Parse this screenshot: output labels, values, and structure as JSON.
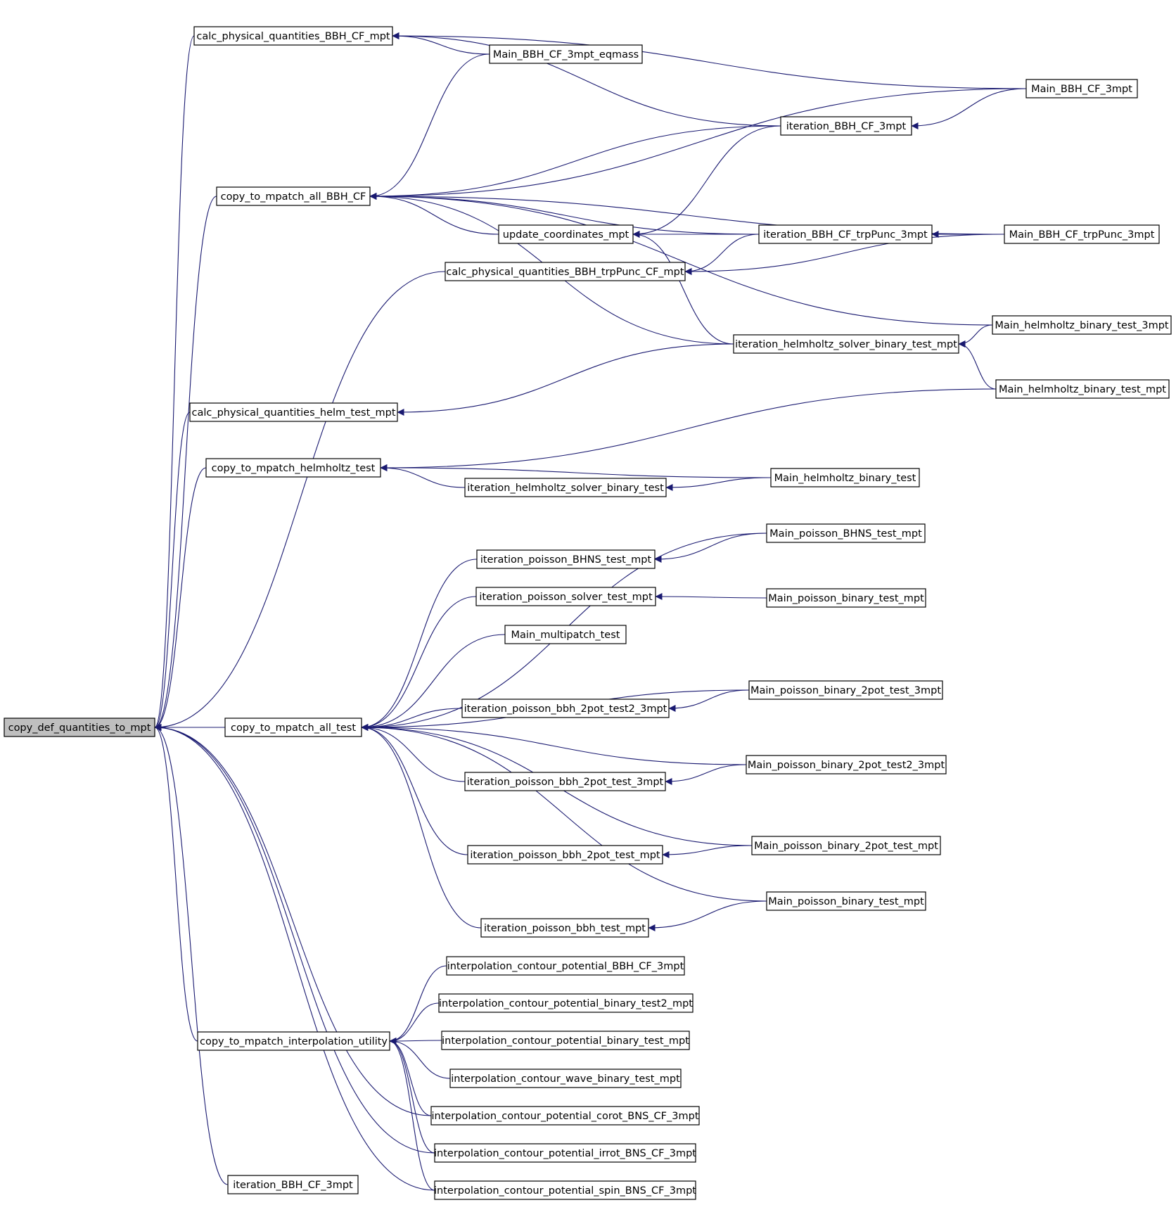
{
  "colors": {
    "edge": "#191970",
    "node_fill": "#ffffff",
    "root_fill": "#bfbfbf",
    "node_border": "#000000"
  },
  "nodes": [
    {
      "id": "root",
      "label": "copy_def_quantities_to_mpt",
      "root": true
    },
    {
      "id": "calc_bbh",
      "label": "calc_physical_quantities_BBH_CF_mpt"
    },
    {
      "id": "copy_bbh",
      "label": "copy_to_mpatch_all_BBH_CF"
    },
    {
      "id": "calc_helm",
      "label": "calc_physical_quantities_helm_test_mpt"
    },
    {
      "id": "copy_helm",
      "label": "copy_to_mpatch_helmholtz_test"
    },
    {
      "id": "copy_all",
      "label": "copy_to_mpatch_all_test"
    },
    {
      "id": "copy_interp",
      "label": "copy_to_mpatch_interpolation_utility"
    },
    {
      "id": "iter_bbh_bottom",
      "label": "iteration_BBH_CF_3mpt"
    },
    {
      "id": "main_bbh_eq",
      "label": "Main_BBH_CF_3mpt_eqmass"
    },
    {
      "id": "update_coords",
      "label": "update_coordinates_mpt"
    },
    {
      "id": "calc_trp",
      "label": "calc_physical_quantities_BBH_trpPunc_CF_mpt"
    },
    {
      "id": "iter_helm_bin",
      "label": "iteration_helmholtz_solver_binary_test"
    },
    {
      "id": "iter_bhns",
      "label": "iteration_poisson_BHNS_test_mpt"
    },
    {
      "id": "iter_solver",
      "label": "iteration_poisson_solver_test_mpt"
    },
    {
      "id": "main_multi",
      "label": "Main_multipatch_test"
    },
    {
      "id": "iter_2pot2",
      "label": "iteration_poisson_bbh_2pot_test2_3mpt"
    },
    {
      "id": "iter_2pot3",
      "label": "iteration_poisson_bbh_2pot_test_3mpt"
    },
    {
      "id": "iter_2pot",
      "label": "iteration_poisson_bbh_2pot_test_mpt"
    },
    {
      "id": "iter_bbh_test",
      "label": "iteration_poisson_bbh_test_mpt"
    },
    {
      "id": "interp_bbh",
      "label": "interpolation_contour_potential_BBH_CF_3mpt"
    },
    {
      "id": "interp_bin2",
      "label": "interpolation_contour_potential_binary_test2_mpt"
    },
    {
      "id": "interp_bin",
      "label": "interpolation_contour_potential_binary_test_mpt"
    },
    {
      "id": "interp_wave",
      "label": "interpolation_contour_wave_binary_test_mpt"
    },
    {
      "id": "interp_corot",
      "label": "interpolation_contour_potential_corot_BNS_CF_3mpt"
    },
    {
      "id": "interp_irrot",
      "label": "interpolation_contour_potential_irrot_BNS_CF_3mpt"
    },
    {
      "id": "interp_spin",
      "label": "interpolation_contour_potential_spin_BNS_CF_3mpt"
    },
    {
      "id": "iter_bbh_top",
      "label": "iteration_BBH_CF_3mpt"
    },
    {
      "id": "iter_trp",
      "label": "iteration_BBH_CF_trpPunc_3mpt"
    },
    {
      "id": "iter_helm_mpt",
      "label": "iteration_helmholtz_solver_binary_test_mpt"
    },
    {
      "id": "main_helm_bin",
      "label": "Main_helmholtz_binary_test"
    },
    {
      "id": "main_bhns",
      "label": "Main_poisson_BHNS_test_mpt"
    },
    {
      "id": "main_bin_a",
      "label": "Main_poisson_binary_test_mpt"
    },
    {
      "id": "main_2pot3",
      "label": "Main_poisson_binary_2pot_test_3mpt"
    },
    {
      "id": "main_2pot2",
      "label": "Main_poisson_binary_2pot_test2_3mpt"
    },
    {
      "id": "main_2pot",
      "label": "Main_poisson_binary_2pot_test_mpt"
    },
    {
      "id": "main_bin_b",
      "label": "Main_poisson_binary_test_mpt"
    },
    {
      "id": "main_bbh",
      "label": "Main_BBH_CF_3mpt"
    },
    {
      "id": "main_trp",
      "label": "Main_BBH_CF_trpPunc_3mpt"
    },
    {
      "id": "main_helm3",
      "label": "Main_helmholtz_binary_test_3mpt"
    },
    {
      "id": "main_helm_mpt",
      "label": "Main_helmholtz_binary_test_mpt"
    }
  ],
  "edges": [
    [
      "calc_bbh",
      "root"
    ],
    [
      "copy_bbh",
      "root"
    ],
    [
      "calc_trp",
      "root"
    ],
    [
      "calc_helm",
      "root"
    ],
    [
      "copy_helm",
      "root"
    ],
    [
      "copy_all",
      "root"
    ],
    [
      "copy_interp",
      "root"
    ],
    [
      "interp_corot",
      "root"
    ],
    [
      "interp_irrot",
      "root"
    ],
    [
      "interp_spin",
      "root"
    ],
    [
      "iter_bbh_bottom",
      "root"
    ],
    [
      "main_bbh",
      "calc_bbh"
    ],
    [
      "iter_bbh_top",
      "calc_bbh"
    ],
    [
      "main_bbh_eq",
      "calc_bbh"
    ],
    [
      "main_bbh_eq",
      "copy_bbh"
    ],
    [
      "main_bbh",
      "copy_bbh"
    ],
    [
      "iter_bbh_top",
      "copy_bbh"
    ],
    [
      "main_trp",
      "copy_bbh"
    ],
    [
      "iter_trp",
      "copy_bbh"
    ],
    [
      "update_coords",
      "copy_bbh"
    ],
    [
      "main_helm3",
      "copy_bbh"
    ],
    [
      "iter_helm_mpt",
      "copy_bbh"
    ],
    [
      "main_bbh",
      "iter_bbh_top"
    ],
    [
      "iter_bbh_top",
      "update_coords"
    ],
    [
      "iter_trp",
      "update_coords"
    ],
    [
      "iter_helm_mpt",
      "update_coords"
    ],
    [
      "main_trp",
      "iter_trp"
    ],
    [
      "iter_trp",
      "calc_trp"
    ],
    [
      "main_trp",
      "calc_trp"
    ],
    [
      "main_helm3",
      "iter_helm_mpt"
    ],
    [
      "main_helm_mpt",
      "iter_helm_mpt"
    ],
    [
      "iter_helm_mpt",
      "calc_helm"
    ],
    [
      "main_helm_mpt",
      "copy_helm"
    ],
    [
      "main_helm_bin",
      "copy_helm"
    ],
    [
      "iter_helm_bin",
      "copy_helm"
    ],
    [
      "main_helm_bin",
      "iter_helm_bin"
    ],
    [
      "main_bhns",
      "copy_all"
    ],
    [
      "iter_bhns",
      "copy_all"
    ],
    [
      "iter_solver",
      "copy_all"
    ],
    [
      "main_multi",
      "copy_all"
    ],
    [
      "main_2pot3",
      "copy_all"
    ],
    [
      "iter_2pot2",
      "copy_all"
    ],
    [
      "main_2pot2",
      "copy_all"
    ],
    [
      "iter_2pot3",
      "copy_all"
    ],
    [
      "main_2pot",
      "copy_all"
    ],
    [
      "iter_2pot",
      "copy_all"
    ],
    [
      "main_bin_b",
      "copy_all"
    ],
    [
      "iter_bbh_test",
      "copy_all"
    ],
    [
      "main_bhns",
      "iter_bhns"
    ],
    [
      "main_bin_a",
      "iter_solver"
    ],
    [
      "main_2pot3",
      "iter_2pot2"
    ],
    [
      "main_2pot2",
      "iter_2pot3"
    ],
    [
      "main_2pot",
      "iter_2pot"
    ],
    [
      "main_bin_b",
      "iter_bbh_test"
    ],
    [
      "interp_bbh",
      "copy_interp"
    ],
    [
      "interp_bin2",
      "copy_interp"
    ],
    [
      "interp_bin",
      "copy_interp"
    ],
    [
      "interp_wave",
      "copy_interp"
    ],
    [
      "interp_corot",
      "copy_interp"
    ],
    [
      "interp_irrot",
      "copy_interp"
    ],
    [
      "interp_spin",
      "copy_interp"
    ]
  ]
}
